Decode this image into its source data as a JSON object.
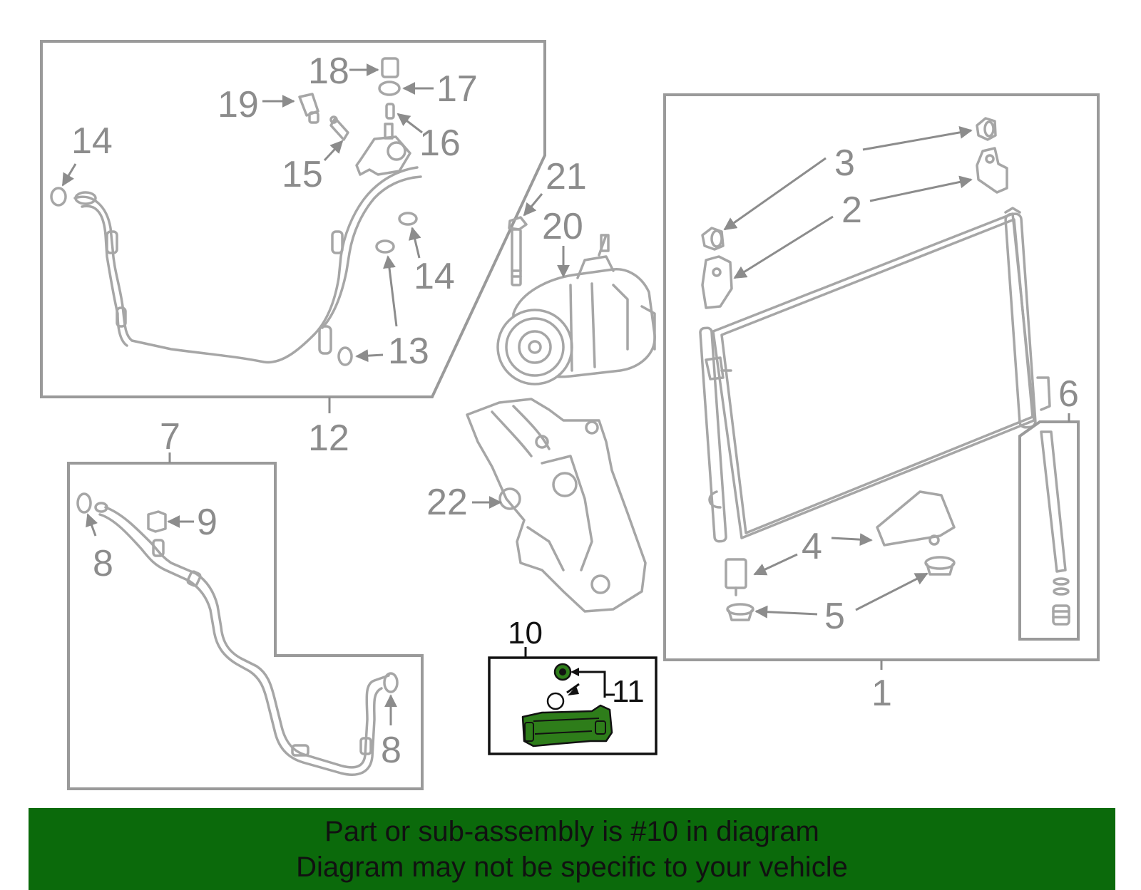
{
  "callouts": {
    "c1": "1",
    "c2": "2",
    "c3": "3",
    "c4": "4",
    "c5": "5",
    "c6": "6",
    "c7": "7",
    "c8a": "8",
    "c8b": "8",
    "c9": "9",
    "c10": "10",
    "c11": "11",
    "c12": "12",
    "c13": "13",
    "c14a": "14",
    "c14b": "14",
    "c15": "15",
    "c16": "16",
    "c17": "17",
    "c18": "18",
    "c19": "19",
    "c20": "20",
    "c21": "21",
    "c22": "22"
  },
  "banner": {
    "line1": "Part or sub-assembly is #10 in diagram",
    "line2": "Diagram may not be specific to your vehicle",
    "color": "#0b6a0b"
  },
  "colors": {
    "highlight": "#2e7d1a",
    "line": "#a6a6a6"
  }
}
